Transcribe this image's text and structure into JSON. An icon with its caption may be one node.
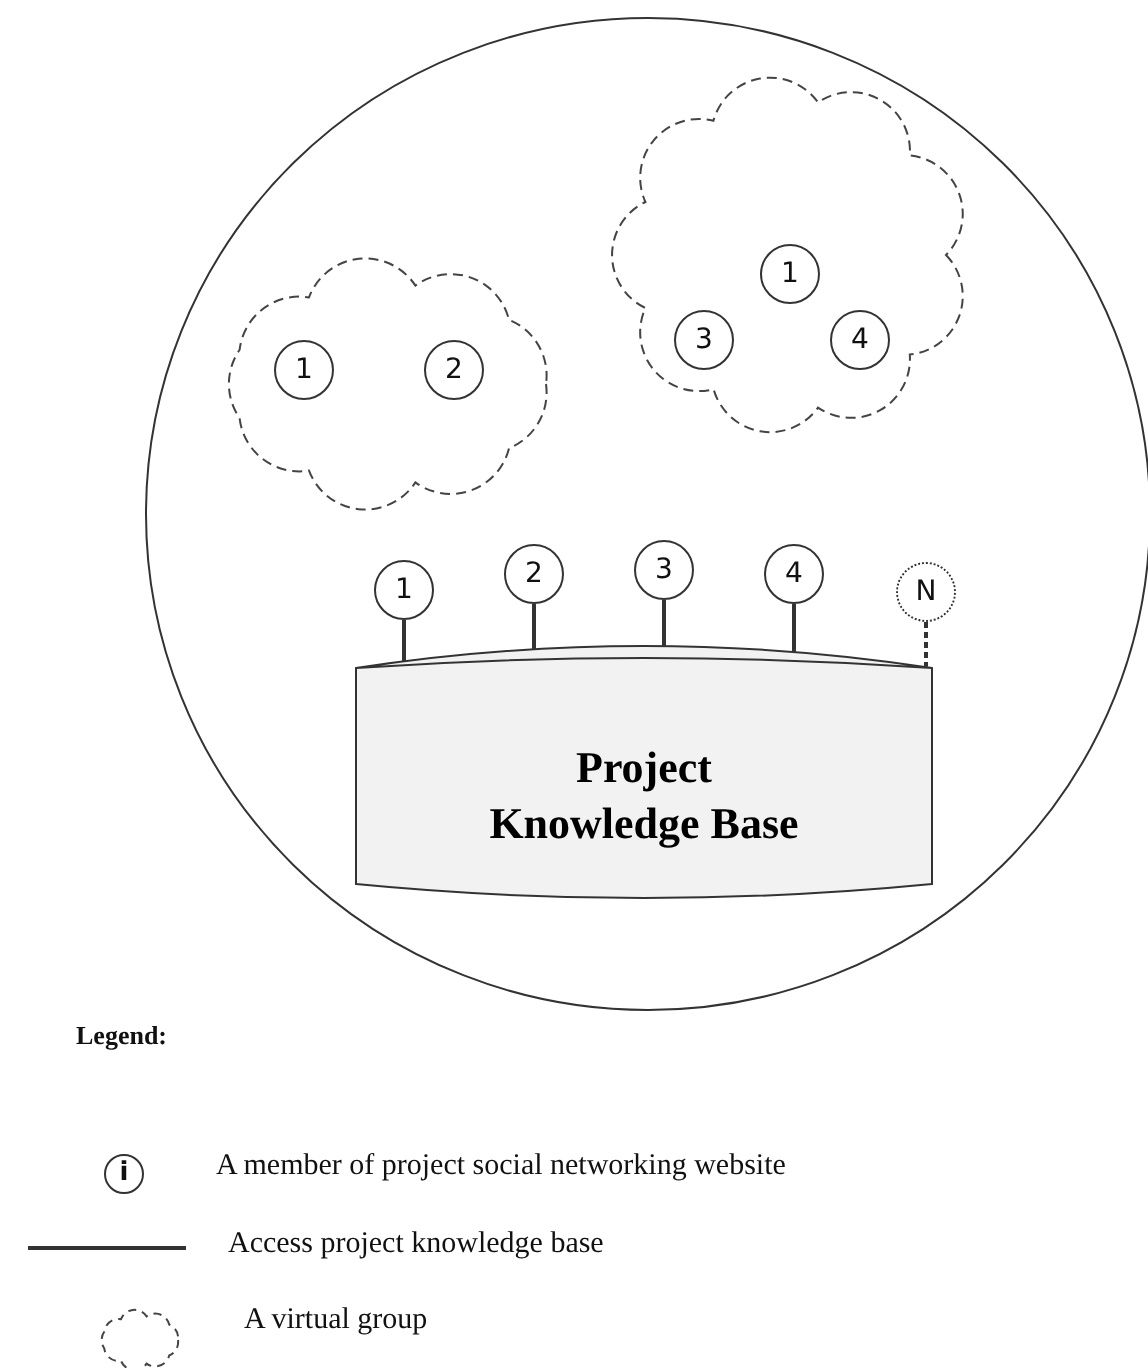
{
  "diagram": {
    "nodes": [
      {
        "text": [],
        "shape": "circle"
      },
      {
        "text": [],
        "shape": "cloud",
        "in": 0
      },
      {
        "text": [
          "1"
        ],
        "in": 1
      },
      {
        "text": [
          "2"
        ],
        "in": 1
      },
      {
        "text": [],
        "shape": "cloud",
        "in": 0
      },
      {
        "text": [
          "1"
        ],
        "in": 4
      },
      {
        "text": [
          "3"
        ],
        "in": 4
      },
      {
        "text": [
          "4"
        ],
        "in": 4
      },
      {
        "text": [
          "1"
        ],
        "in": 0
      },
      {
        "text": [
          "2"
        ],
        "in": 0
      },
      {
        "text": [
          "3"
        ],
        "in": 0
      },
      {
        "text": [
          "4"
        ],
        "in": 0
      },
      {
        "text": [
          "N"
        ],
        "in": 0
      },
      {
        "text": [
          "Project Knowledge Base"
        ],
        "in": 0
      }
    ],
    "edges": [
      {
        "from": 8,
        "to": 13,
        "arrow": "none"
      },
      {
        "from": 9,
        "to": 13,
        "arrow": "none"
      },
      {
        "from": 10,
        "to": 13,
        "arrow": "none"
      },
      {
        "from": 11,
        "to": 13,
        "arrow": "none"
      },
      {
        "from": 12,
        "to": 13,
        "arrow": "none",
        "style": "dashed"
      }
    ],
    "labels": [
      "Legend:",
      "i"
    ],
    "legend": [
      {
        "text": "A member of project social networking website"
      },
      {
        "text": "Access project knowledge base"
      },
      {
        "text": "A virtual group"
      }
    ]
  }
}
